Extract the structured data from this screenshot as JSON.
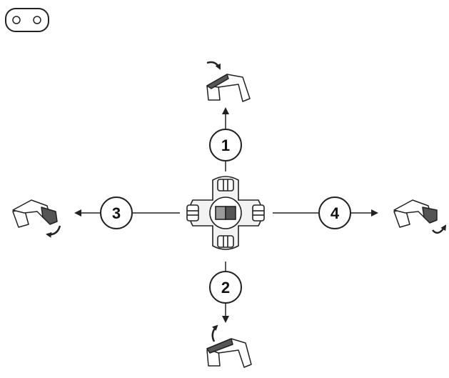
{
  "diagram": {
    "mode_indicator": "control-mode-pill-icon",
    "callouts": [
      {
        "number": "1",
        "direction": "up",
        "action": "arm-up-icon"
      },
      {
        "number": "2",
        "direction": "down",
        "action": "arm-down-icon"
      },
      {
        "number": "3",
        "direction": "left",
        "action": "bucket-curl-icon"
      },
      {
        "number": "4",
        "direction": "right",
        "action": "bucket-dump-icon"
      }
    ],
    "colors": {
      "line": "#222222",
      "fill_dark": "#555555",
      "fill_light": "#e6e6e6"
    }
  }
}
